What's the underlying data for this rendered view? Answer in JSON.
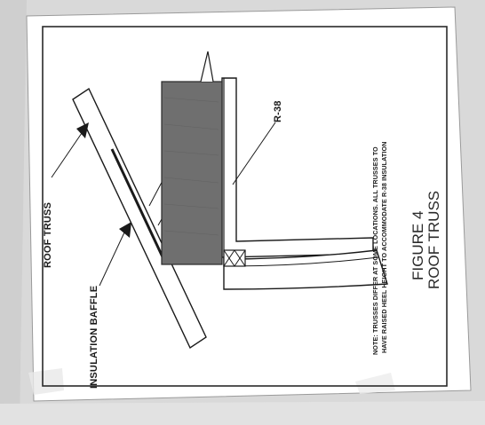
{
  "labels": {
    "roof_truss": "ROOF TRUSS",
    "insulation_baffle": "INSULATION BAFFLE",
    "r_value": "R-38"
  },
  "note": {
    "line1": "NOTE: TRUSSES DIFFER AT SOME LOCATIONS. ALL TRUSSES TO",
    "line2": "HAVE RAISED HEEL HEIGHT TO ACCOMMODATE R-38 INSULATION"
  },
  "figure": {
    "number": "FIGURE 4",
    "title": "ROOF TRUSS"
  },
  "colors": {
    "insulation_fill": "#6f6f6f",
    "line": "#1a1a1a",
    "paper": "#ffffff",
    "background": "#dcdcdc"
  }
}
